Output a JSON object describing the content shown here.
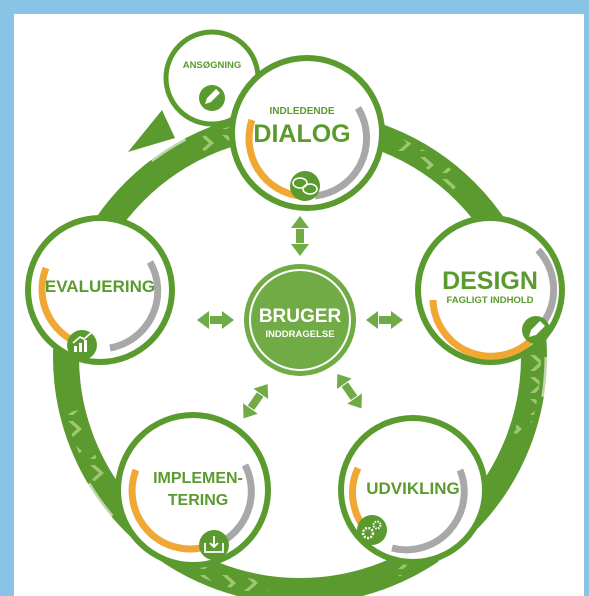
{
  "diagram": {
    "center": {
      "line1": "BRUGER",
      "line2": "INDDRAGELSE"
    },
    "ansoegning": {
      "label": "ANSØGNING",
      "icon": "pencil-icon"
    },
    "indledende_dialog": {
      "line1": "INDLEDENDE",
      "line2": "DIALOG",
      "icon": "chat-bubbles-icon"
    },
    "design": {
      "line1": "DESIGN",
      "line2": "FAGLIGT INDHOLD",
      "icon": "pencil-icon"
    },
    "udvikling": {
      "line1": "UDVIKLING",
      "icon": "gears-icon"
    },
    "implementering": {
      "line1": "IMPLEMEN-",
      "line2": "TERING",
      "icon": "download-tray-icon"
    },
    "evaluering": {
      "line1": "EVALUERING",
      "icon": "growth-chart-icon"
    }
  },
  "colors": {
    "green_dark": "#5b9a2e",
    "green_light": "#a9cf7c",
    "green_center": "#71ab45",
    "orange": "#f0a733",
    "gray": "#a8a8a8",
    "frame_blue": "#89c4e6"
  }
}
